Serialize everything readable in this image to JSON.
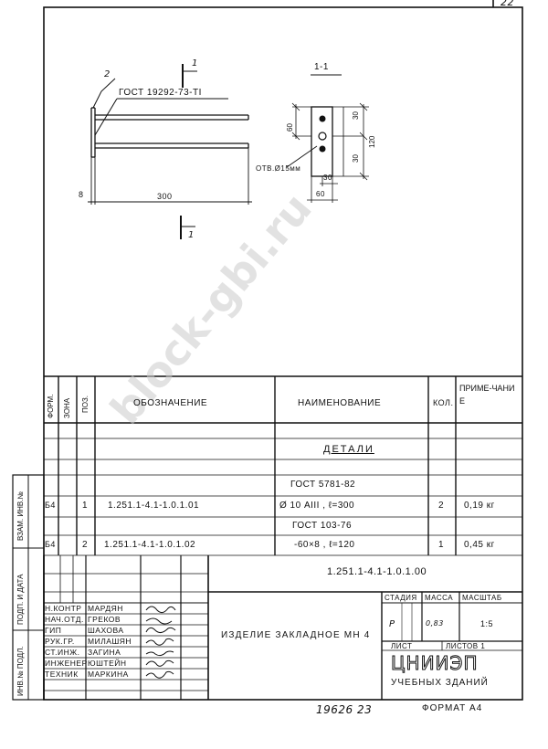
{
  "sheet_number": "22",
  "drawing": {
    "label_pos2": "2",
    "gost_label": "ГОСТ 19292-73-ТI",
    "section_mark_top": "1",
    "section_mark_bottom": "1",
    "dim_plate_thickness": "8",
    "dim_length": "300",
    "section_title": "1-1",
    "dim_60_left": "60",
    "dim_30_top": "30",
    "dim_120": "120",
    "dim_30_right": "30",
    "dim_30_bottom": "30",
    "dim_60_bottom": "60",
    "hole_note": "ОТВ.Ø15мм"
  },
  "spec_table": {
    "headers": {
      "format": "ФОРМ.",
      "zone": "ЗОНА",
      "pos": "ПОЗ.",
      "designation": "ОБОЗНАЧЕНИЕ",
      "name": "НАИМЕНОВАНИЕ",
      "qty": "КОЛ.",
      "note": "ПРИМЕ-ЧАНИЕ"
    },
    "section_title": "ДЕТАЛИ",
    "rows": [
      {
        "format": "",
        "pos": "",
        "designation": "",
        "name": "ГОСТ 5781-82",
        "qty": "",
        "note": ""
      },
      {
        "format": "Б4",
        "pos": "1",
        "designation": "1.251.1-4.1-1.0.1.01",
        "name": "Ø 10 АIII , ℓ=300",
        "qty": "2",
        "note": "0,19 кг"
      },
      {
        "format": "",
        "pos": "",
        "designation": "",
        "name": "ГОСТ 103-76",
        "qty": "",
        "note": ""
      },
      {
        "format": "Б4",
        "pos": "2",
        "designation": "1.251.1-4.1-1.0.1.02",
        "name": "-60×8 , ℓ=120",
        "qty": "1",
        "note": "0,45 кг"
      }
    ]
  },
  "title_block": {
    "doc_code": "1.251.1-4.1-1.0.1.00",
    "title": "ИЗДЕЛИЕ ЗАКЛАДНОЕ МН 4",
    "stage_label": "СТАДИЯ",
    "mass_label": "МАССА",
    "scale_label": "МАСШТАБ",
    "stage_value": "Р",
    "mass_value": "0,83",
    "scale_value": "1:5",
    "sheet_label": "ЛИСТ",
    "sheets_label": "ЛИСТОВ 1",
    "org_logo": "ЦНИИЭП",
    "org_name": "УЧЕБНЫХ ЗДАНИЙ",
    "staff": [
      {
        "role": "Н.КОНТР",
        "name": "МАРДЯН"
      },
      {
        "role": "НАЧ.ОТД.",
        "name": "ГРЕКОВ"
      },
      {
        "role": "ГИП",
        "name": "ШАХОВА"
      },
      {
        "role": "РУК.ГР.",
        "name": "МИЛАШЯН"
      },
      {
        "role": "СТ.ИНЖ.",
        "name": "ЗАГИНА"
      },
      {
        "role": "ИНЖЕНЕР",
        "name": "ЮШТЕЙН"
      },
      {
        "role": "ТЕХНИК",
        "name": "МАРКИНА"
      }
    ]
  },
  "side_stamp": {
    "a": "ВЗАМ. ИНВ.№",
    "b": "ПОДП. И ДАТА",
    "c": "ИНВ.№ ПОДЛ."
  },
  "footer": {
    "inventory": "19626 23",
    "format": "ФОРМАТ А4"
  },
  "watermark": "block-gbi.ru"
}
